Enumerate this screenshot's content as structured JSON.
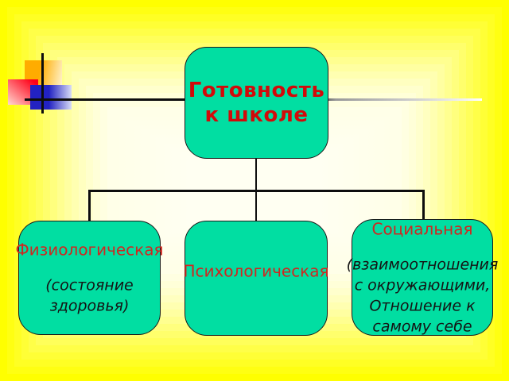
{
  "colors": {
    "box-fill": "#01dea2",
    "box-border": "#1a1a1a",
    "title-red": "#d20a0a",
    "label-red": "#cf2720",
    "text-black": "#141414",
    "bg-edge-yellow": "#ffff00",
    "bg-center": "#fffff2",
    "deco-orange": "#ffac00",
    "deco-red": "#ff0018",
    "deco-blue": "#2222c2"
  },
  "diagram": {
    "root": {
      "label": "Готовность\nк школе"
    },
    "children": [
      {
        "title": "Физиологическая",
        "subtitle": "(состояние\nздоровья)"
      },
      {
        "title": "Психологическая",
        "subtitle": ""
      },
      {
        "title": "Социальная",
        "subtitle": "(взаимоотношения\nс окружающими,\nОтношение к\nсамому себе"
      }
    ]
  }
}
